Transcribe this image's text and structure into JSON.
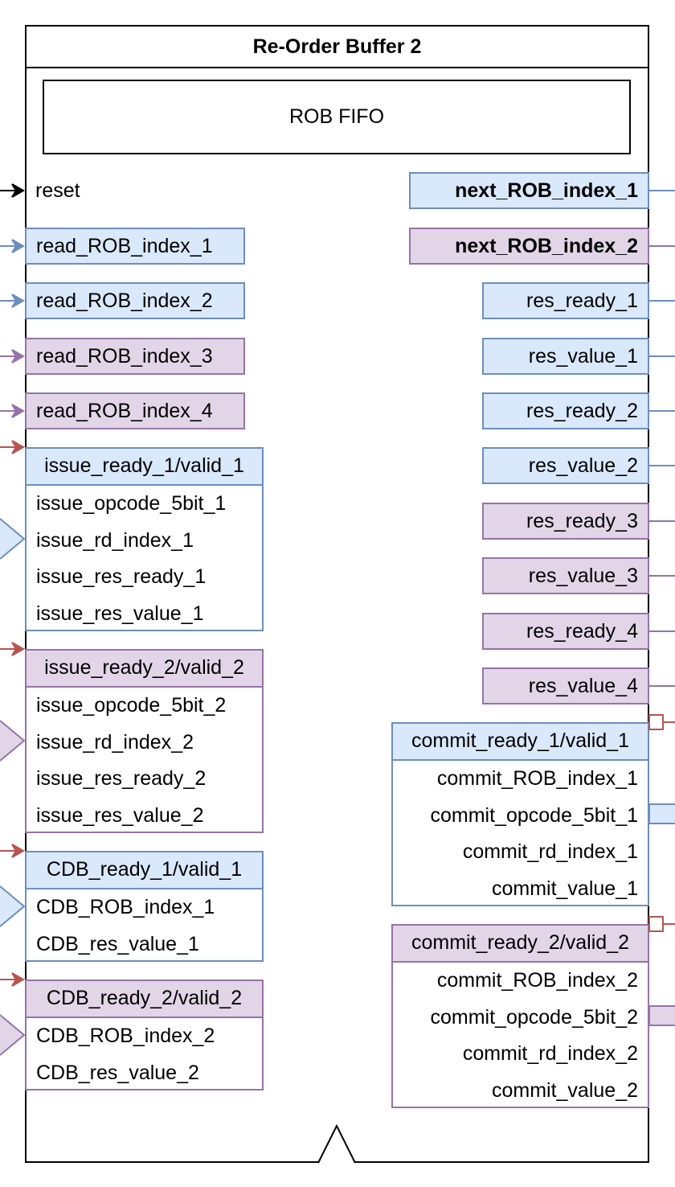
{
  "title": "Re-Order Buffer 2",
  "fifo_label": "ROB FIFO",
  "reset_label": "reset",
  "colors": {
    "blue_fill": "#dae8fc",
    "blue_stroke": "#6c8ebf",
    "purple_fill": "#e1d5e7",
    "purple_stroke": "#9673a6",
    "red_arrow": "#b85450",
    "black": "#000000"
  },
  "left_ports": [
    {
      "label": "read_ROB_index_1",
      "color": "blue"
    },
    {
      "label": "read_ROB_index_2",
      "color": "blue"
    },
    {
      "label": "read_ROB_index_3",
      "color": "purple"
    },
    {
      "label": "read_ROB_index_4",
      "color": "purple"
    }
  ],
  "issue_groups": [
    {
      "header": "issue_ready_1/valid_1",
      "color": "blue",
      "rows": [
        "issue_opcode_5bit_1",
        "issue_rd_index_1",
        "issue_res_ready_1",
        "issue_res_value_1"
      ]
    },
    {
      "header": "issue_ready_2/valid_2",
      "color": "purple",
      "rows": [
        "issue_opcode_5bit_2",
        "issue_rd_index_2",
        "issue_res_ready_2",
        "issue_res_value_2"
      ]
    }
  ],
  "cdb_groups": [
    {
      "header": "CDB_ready_1/valid_1",
      "color": "blue",
      "rows": [
        "CDB_ROB_index_1",
        "CDB_res_value_1"
      ]
    },
    {
      "header": "CDB_ready_2/valid_2",
      "color": "purple",
      "rows": [
        "CDB_ROB_index_2",
        "CDB_res_value_2"
      ]
    }
  ],
  "next_ports": [
    {
      "label": "next_ROB_index_1",
      "color": "blue"
    },
    {
      "label": "next_ROB_index_2",
      "color": "purple"
    }
  ],
  "res_ports": [
    {
      "label": "res_ready_1",
      "color": "blue"
    },
    {
      "label": "res_value_1",
      "color": "blue"
    },
    {
      "label": "res_ready_2",
      "color": "blue"
    },
    {
      "label": "res_value_2",
      "color": "blue"
    },
    {
      "label": "res_ready_3",
      "color": "purple"
    },
    {
      "label": "res_value_3",
      "color": "purple"
    },
    {
      "label": "res_ready_4",
      "color": "purple"
    },
    {
      "label": "res_value_4",
      "color": "purple"
    }
  ],
  "commit_groups": [
    {
      "header": "commit_ready_1/valid_1",
      "color": "blue",
      "rows": [
        "commit_ROB_index_1",
        "commit_opcode_5bit_1",
        "commit_rd_index_1",
        "commit_value_1"
      ]
    },
    {
      "header": "commit_ready_2/valid_2",
      "color": "purple",
      "rows": [
        "commit_ROB_index_2",
        "commit_opcode_5bit_2",
        "commit_rd_index_2",
        "commit_value_2"
      ]
    }
  ]
}
